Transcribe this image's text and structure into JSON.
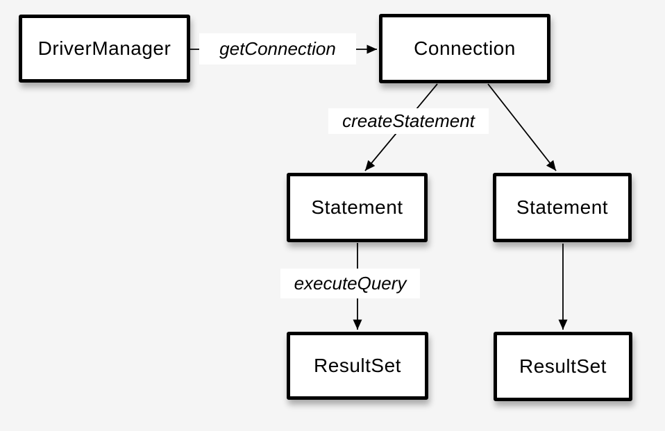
{
  "colors": {
    "background": "#f5f5f5",
    "node_fill": "#ffffff",
    "node_border": "#000000",
    "text": "#000000",
    "edge_label_background": "#ffffff"
  },
  "nodes": {
    "driver_manager": {
      "label": "DriverManager"
    },
    "connection": {
      "label": "Connection"
    },
    "statement_left": {
      "label": "Statement"
    },
    "statement_right": {
      "label": "Statement"
    },
    "resultset_left": {
      "label": "ResultSet"
    },
    "resultset_right": {
      "label": "ResultSet"
    }
  },
  "edges": [
    {
      "id": "get_connection",
      "from": "driver_manager",
      "to": "connection",
      "label": "getConnection"
    },
    {
      "id": "create_statement",
      "from": "connection",
      "to": "statement_left",
      "label": "createStatement"
    },
    {
      "id": "connection_to_statement_right",
      "from": "connection",
      "to": "statement_right",
      "label": ""
    },
    {
      "id": "execute_query",
      "from": "statement_left",
      "to": "resultset_left",
      "label": "executeQuery"
    },
    {
      "id": "statement_right_to_resultset_right",
      "from": "statement_right",
      "to": "resultset_right",
      "label": ""
    }
  ]
}
